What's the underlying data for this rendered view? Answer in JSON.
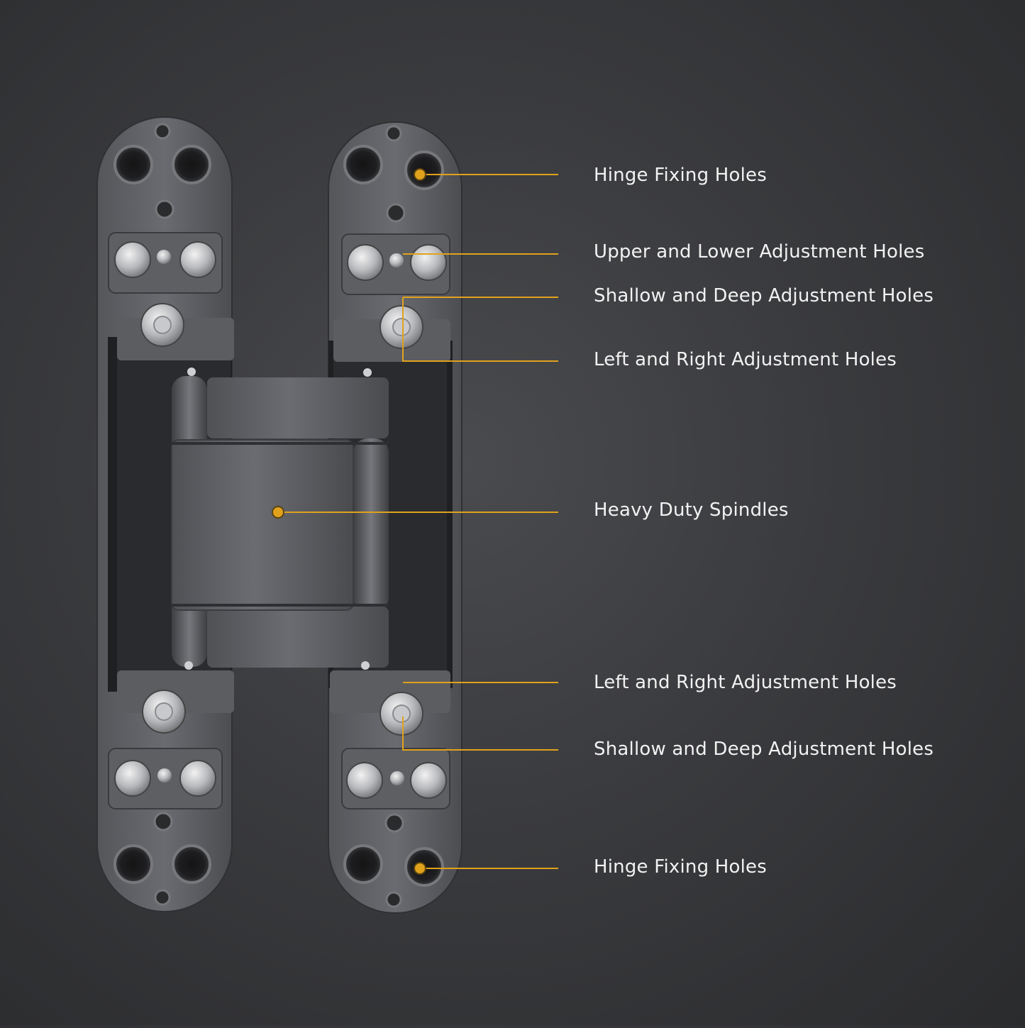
{
  "accent_color": "#e0a21c",
  "callouts": [
    {
      "label": "Hinge Fixing Holes"
    },
    {
      "label": "Upper and Lower Adjustment Holes"
    },
    {
      "label": "Shallow and Deep Adjustment Holes"
    },
    {
      "label": "Left and Right Adjustment Holes"
    },
    {
      "label": "Heavy Duty Spindles"
    },
    {
      "label": "Left and Right Adjustment Holes"
    },
    {
      "label": "Shallow and Deep Adjustment Holes"
    },
    {
      "label": "Hinge Fixing Holes"
    }
  ]
}
